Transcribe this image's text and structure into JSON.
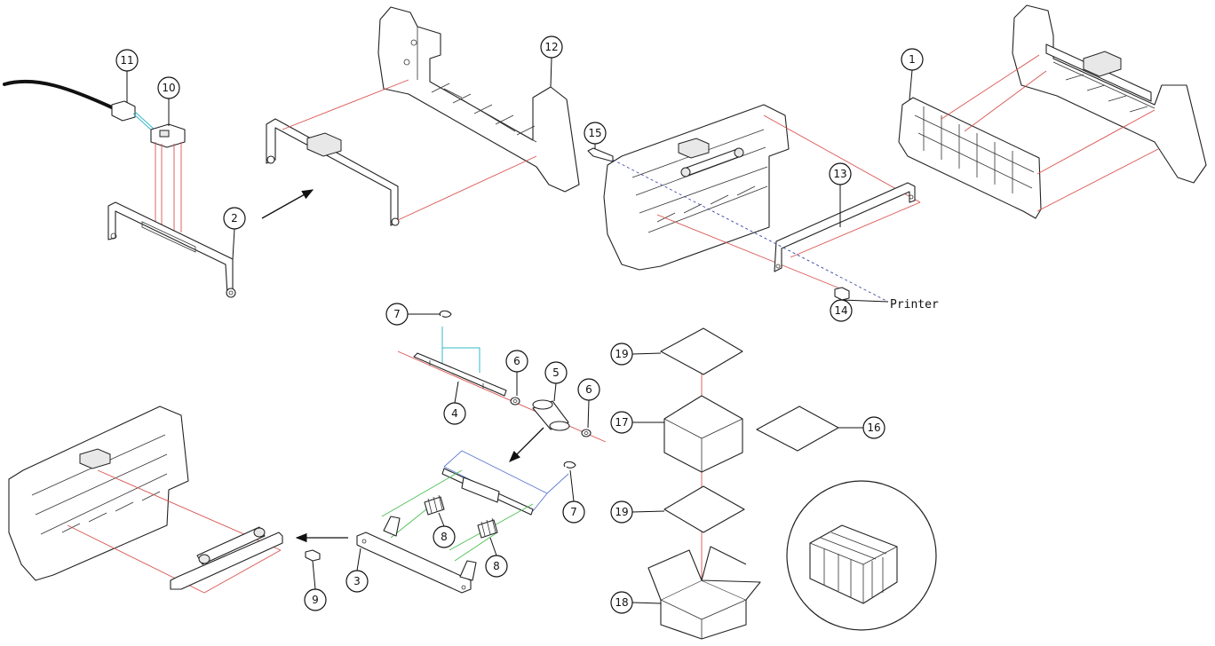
{
  "diagram": {
    "callouts": {
      "c1": "1",
      "c2": "2",
      "c3": "3",
      "c4": "4",
      "c5": "5",
      "c6a": "6",
      "c6b": "6",
      "c7a": "7",
      "c7b": "7",
      "c8a": "8",
      "c8b": "8",
      "c9": "9",
      "c10": "10",
      "c11": "11",
      "c12": "12",
      "c13": "13",
      "c14": "14",
      "c15": "15",
      "c16": "16",
      "c17": "17",
      "c18": "18",
      "c19a": "19",
      "c19b": "19"
    },
    "printer_label": "Printer",
    "colors": {
      "assembly_line": "#d9534f",
      "cable_line": "#36b9c9",
      "spring_line": "#4cbf55",
      "roller_line": "#5b78d6",
      "printer_line": "#3a4aa8"
    }
  }
}
